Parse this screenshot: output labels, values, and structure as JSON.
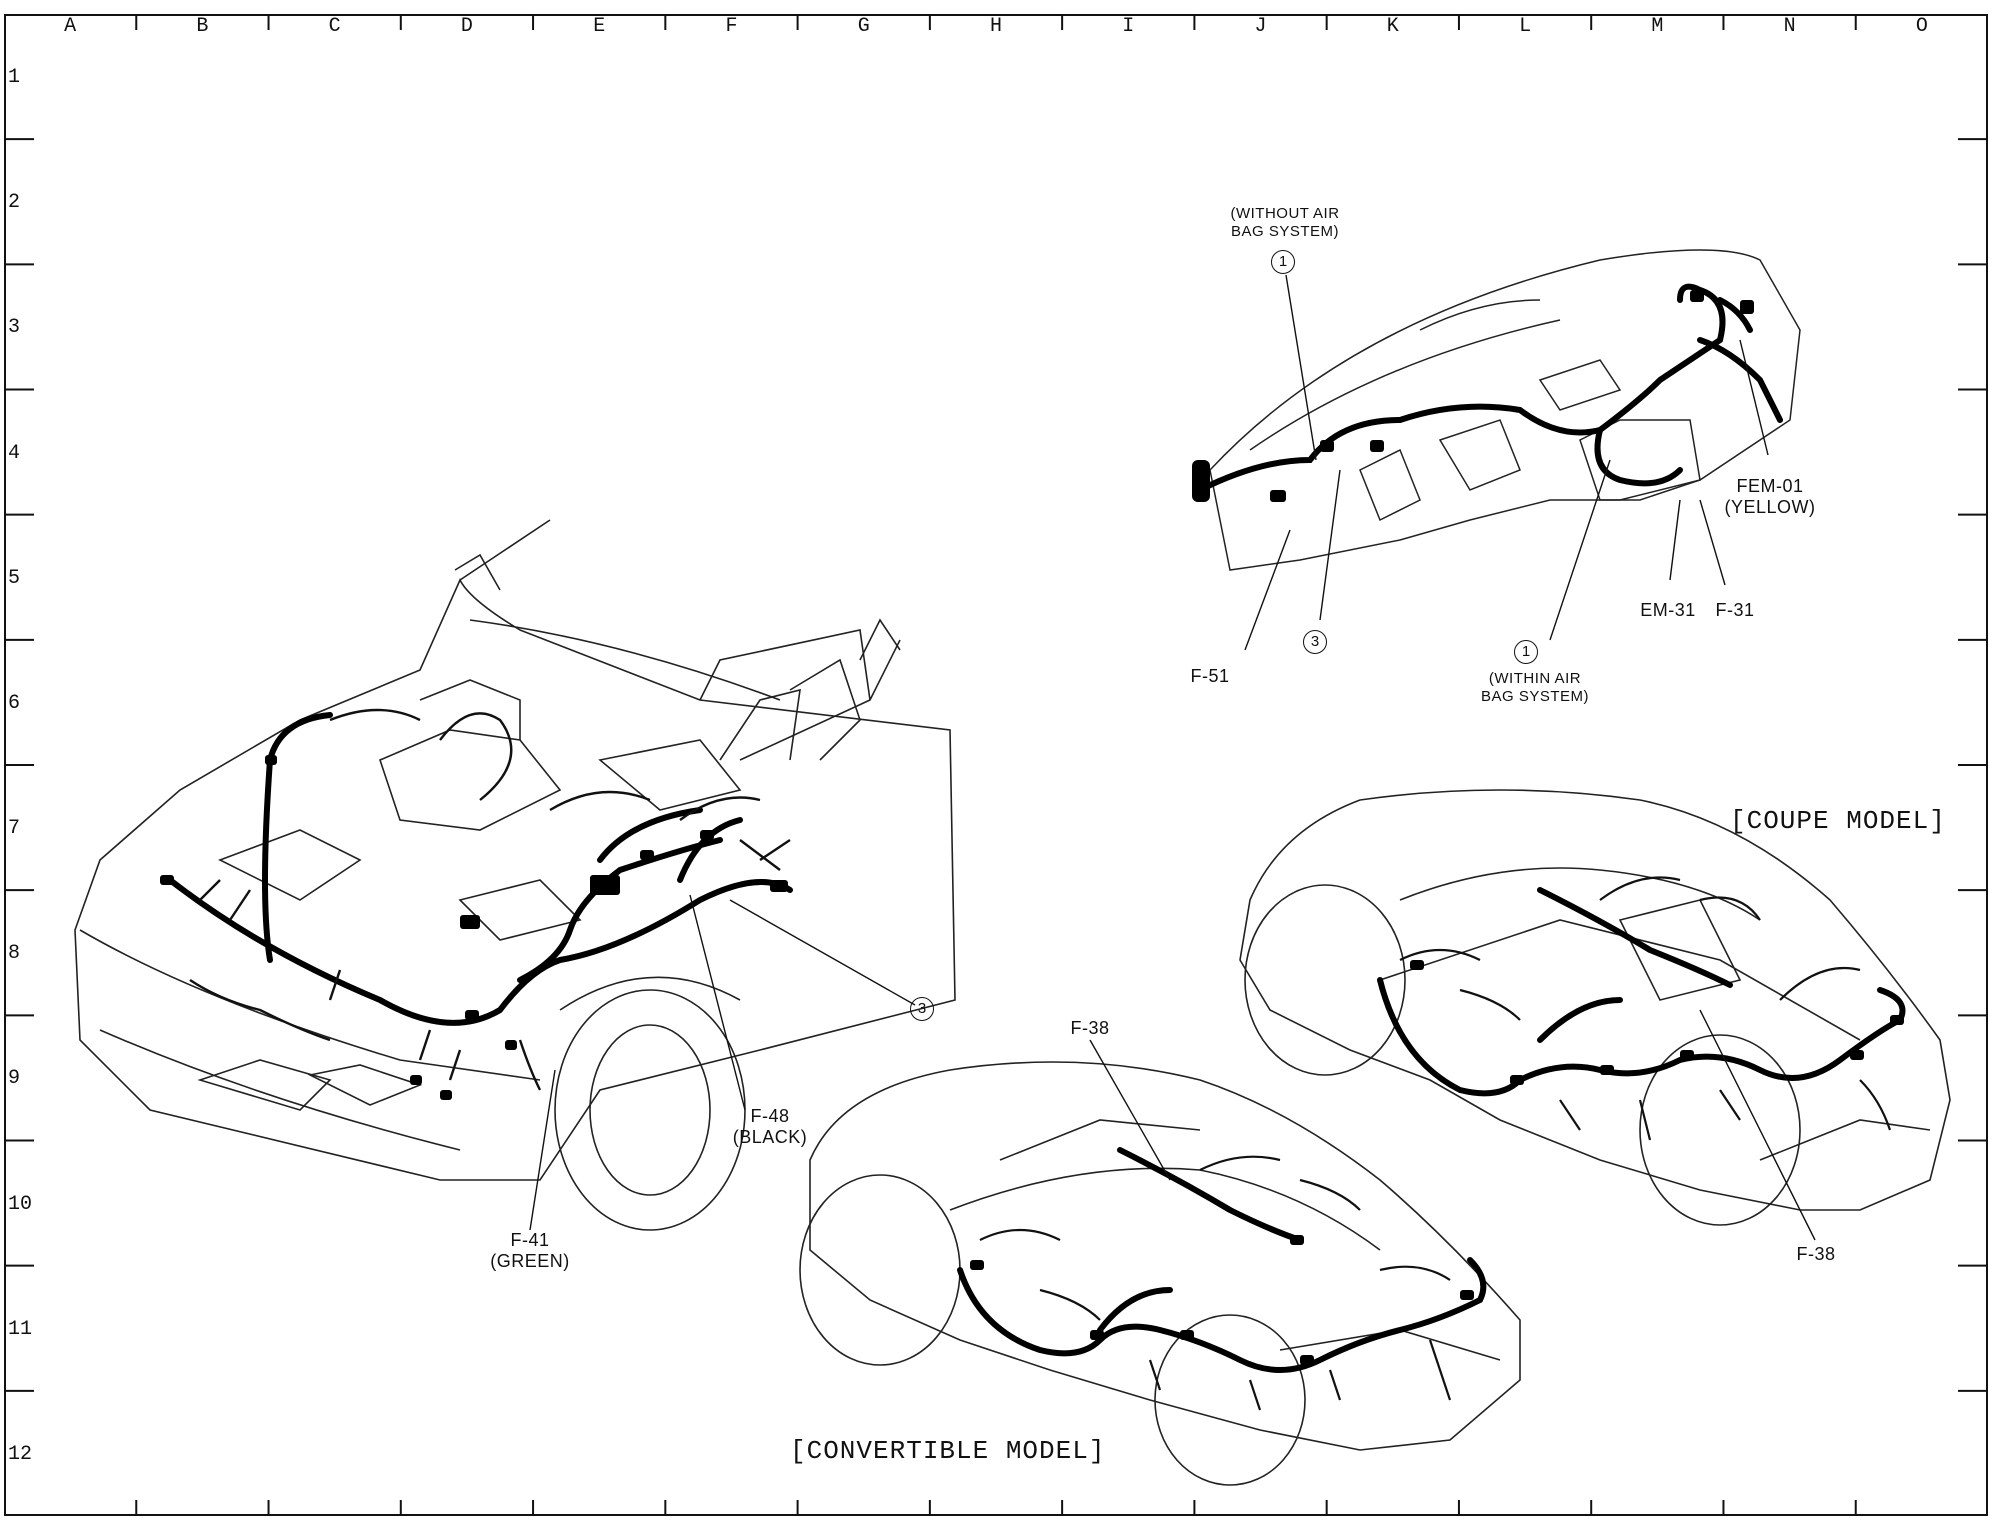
{
  "grid": {
    "columns": [
      "A",
      "B",
      "C",
      "D",
      "E",
      "F",
      "G",
      "H",
      "I",
      "J",
      "K",
      "L",
      "M",
      "N",
      "O"
    ],
    "rows": [
      "1",
      "2",
      "3",
      "4",
      "5",
      "6",
      "7",
      "8",
      "9",
      "10",
      "11",
      "12"
    ]
  },
  "models": {
    "coupe": "[COUPE MODEL]",
    "convertible": "[CONVERTIBLE MODEL]"
  },
  "callouts": {
    "without_air_bag": "(WITHOUT AIR\nBAG SYSTEM)",
    "within_air_bag": "(WITHIN AIR\nBAG SYSTEM)",
    "circ1": "1",
    "circ3": "3",
    "fem01": "FEM-01\n(YELLOW)",
    "em31": "EM-31",
    "f31": "F-31",
    "f51": "F-51",
    "f48": "F-48\n(BLACK)",
    "f41": "F-41\n(GREEN)",
    "f38": "F-38"
  }
}
